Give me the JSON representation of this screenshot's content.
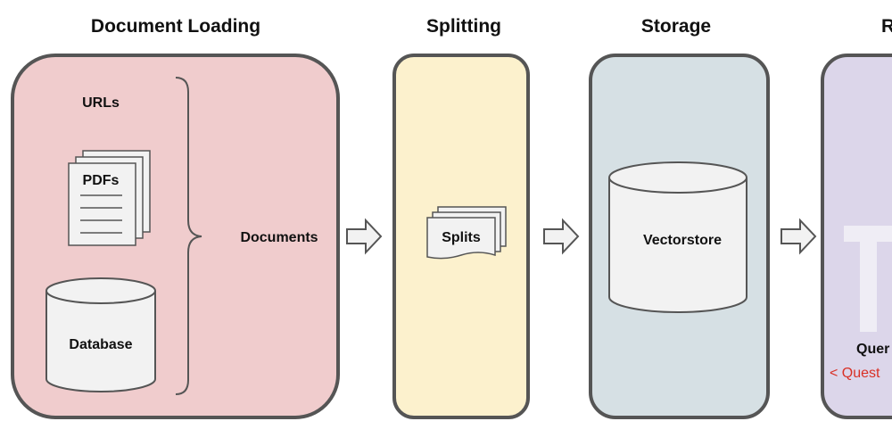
{
  "stages": {
    "loading": {
      "title": "Document Loading"
    },
    "splitting": {
      "title": "Splitting"
    },
    "storage": {
      "title": "Storage"
    },
    "retrieval": {
      "title": "R"
    }
  },
  "loading": {
    "urls": "URLs",
    "pdfs": "PDFs",
    "database": "Database",
    "documents": "Documents"
  },
  "splitting": {
    "splits": "Splits"
  },
  "storage": {
    "vectorstore": "Vectorstore"
  },
  "retrieval": {
    "query": "Quer",
    "question": "< Quest"
  },
  "colors": {
    "loading_fill": "#f0cccd",
    "splitting_fill": "#fcf1cd",
    "storage_fill": "#d6e0e4",
    "retrieval_fill": "#dcd6ea",
    "stroke": "#555555",
    "doc_fill": "#f2f2f2",
    "arrow_fill": "#f2f2f2"
  },
  "icons": [
    "brace-icon",
    "pdf-stack-icon",
    "database-icon",
    "splits-icon",
    "vectorstore-icon",
    "arrow-right-icon",
    "t-glyph-icon"
  ]
}
